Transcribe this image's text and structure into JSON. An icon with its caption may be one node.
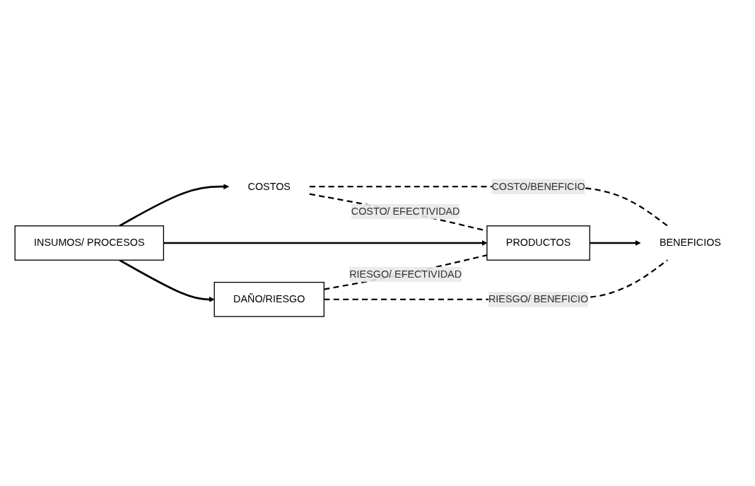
{
  "diagram": {
    "nodes": [
      {
        "text": [
          "COSTOS"
        ]
      },
      {
        "text": [
          "INSUMOS/ PROCESOS"
        ]
      },
      {
        "text": [
          "PRODUCTOS"
        ]
      },
      {
        "text": [
          "BENEFICIOS"
        ]
      },
      {
        "text": [
          "DAÑO/RIESGO"
        ]
      }
    ],
    "edges": [
      {
        "from": 1,
        "to": 0,
        "arrow": "to"
      },
      {
        "from": 1,
        "to": 2,
        "arrow": "to"
      },
      {
        "from": 2,
        "to": 3,
        "arrow": "to"
      },
      {
        "from": 1,
        "to": 4,
        "arrow": "to"
      },
      {
        "from": 0,
        "to": 3,
        "arrow": "none",
        "style": "dashed",
        "label": "COSTO/BENEFICIO"
      },
      {
        "from": 0,
        "to": 2,
        "arrow": "none",
        "style": "dashed",
        "label": "COSTO/ EFECTIVIDAD"
      },
      {
        "from": 4,
        "to": 2,
        "arrow": "none",
        "style": "dashed",
        "label": "RIESGO/ EFECTIVIDAD"
      },
      {
        "from": 4,
        "to": 3,
        "arrow": "none",
        "style": "dashed",
        "label": "RIESGO/ BENEFICIO"
      }
    ]
  }
}
